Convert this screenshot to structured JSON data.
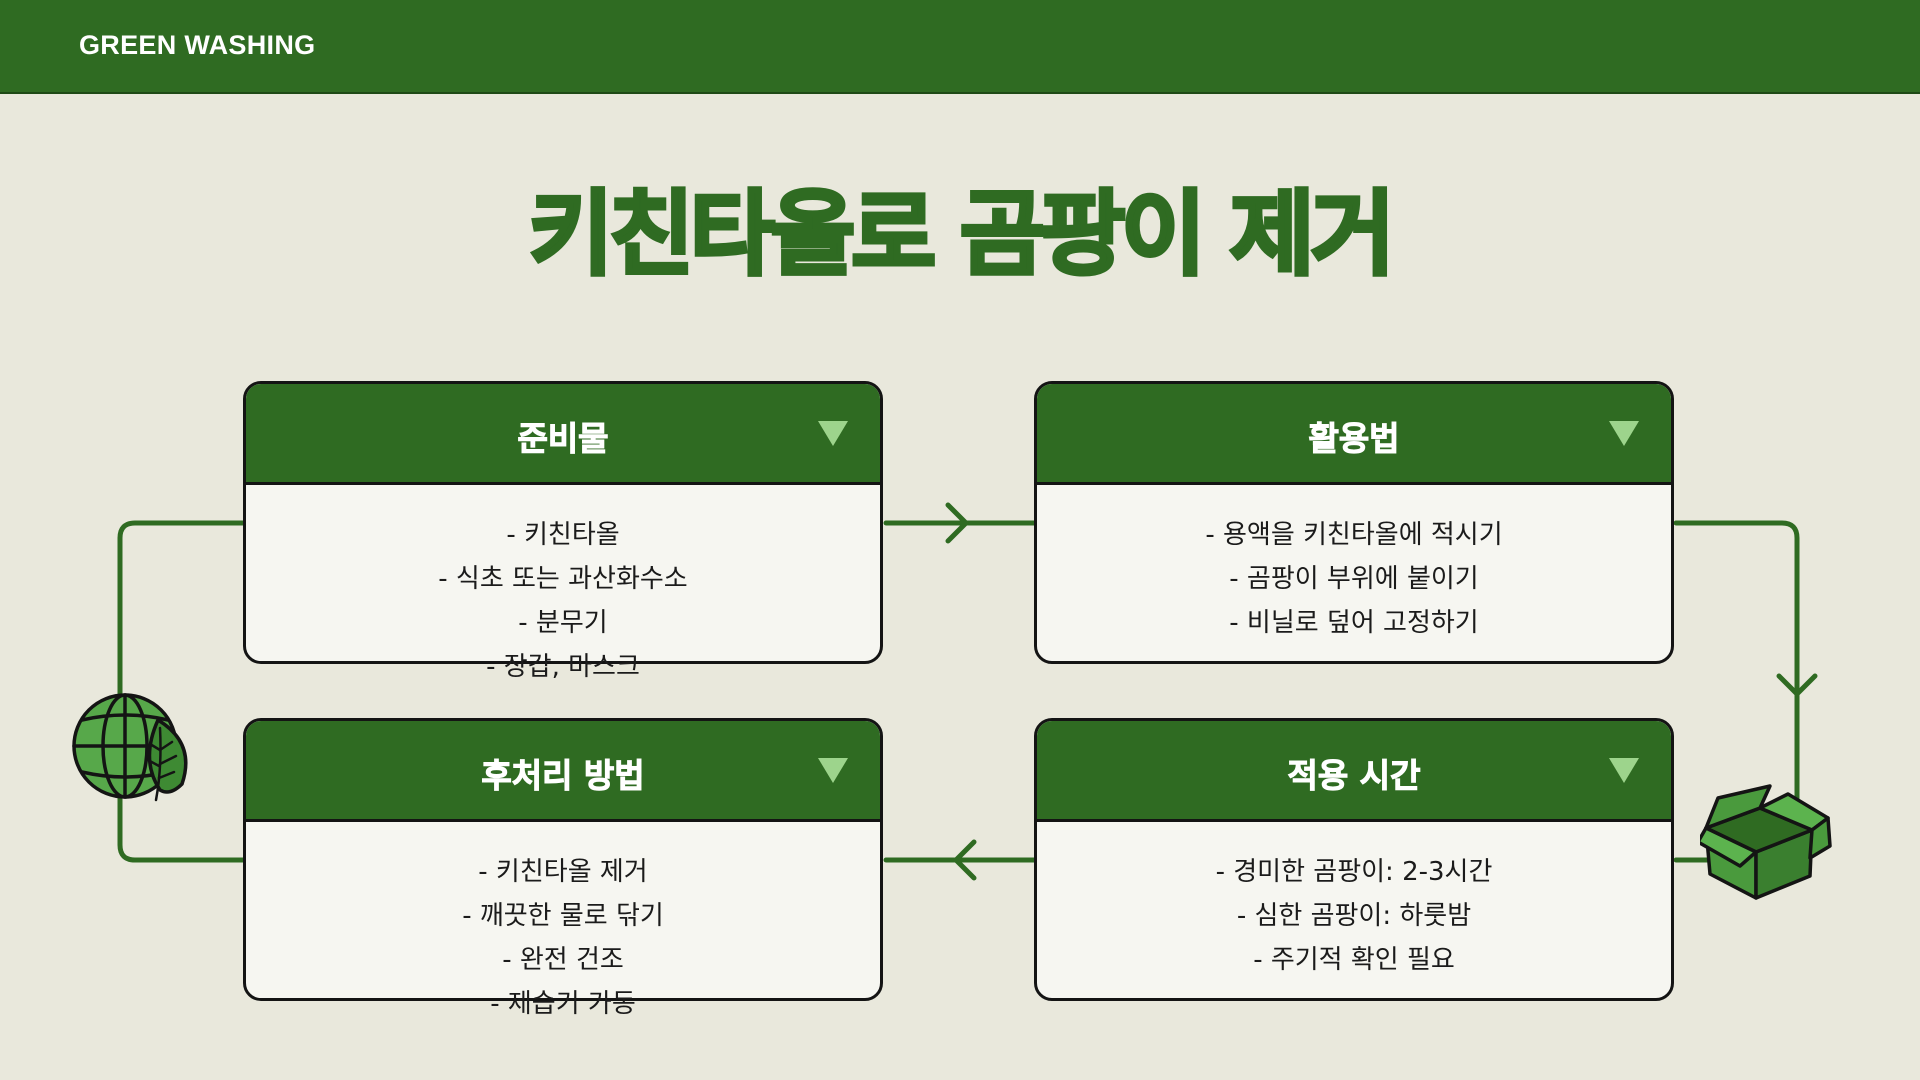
{
  "header": {
    "brand": "GREEN WASHING"
  },
  "page": {
    "title": "키친타올로 곰팡이 제거"
  },
  "cards": [
    {
      "title": "준비물",
      "items": [
        "- 키친타올",
        "- 식초 또는 과산화수소",
        "- 분무기",
        "- 장갑, 마스크"
      ]
    },
    {
      "title": "활용법",
      "items": [
        "- 용액을 키친타올에 적시기",
        "- 곰팡이 부위에 붙이기",
        "- 비닐로 덮어 고정하기"
      ]
    },
    {
      "title": "후처리 방법",
      "items": [
        "- 키친타올 제거",
        "- 깨끗한 물로 닦기",
        "- 완전 건조",
        "- 제습기 가동"
      ]
    },
    {
      "title": "적용 시간",
      "items": [
        "- 경미한 곰팡이: 2-3시간",
        "- 심한 곰팡이: 하룻밤",
        "- 주기적 확인 필요"
      ]
    }
  ],
  "icons": {
    "toggle": "triangle-down-icon",
    "globe": "globe-leaf-icon",
    "box": "open-box-icon"
  },
  "colors": {
    "primary": "#2f6b22",
    "background": "#e9e8dc",
    "card": "#f6f6f1"
  }
}
